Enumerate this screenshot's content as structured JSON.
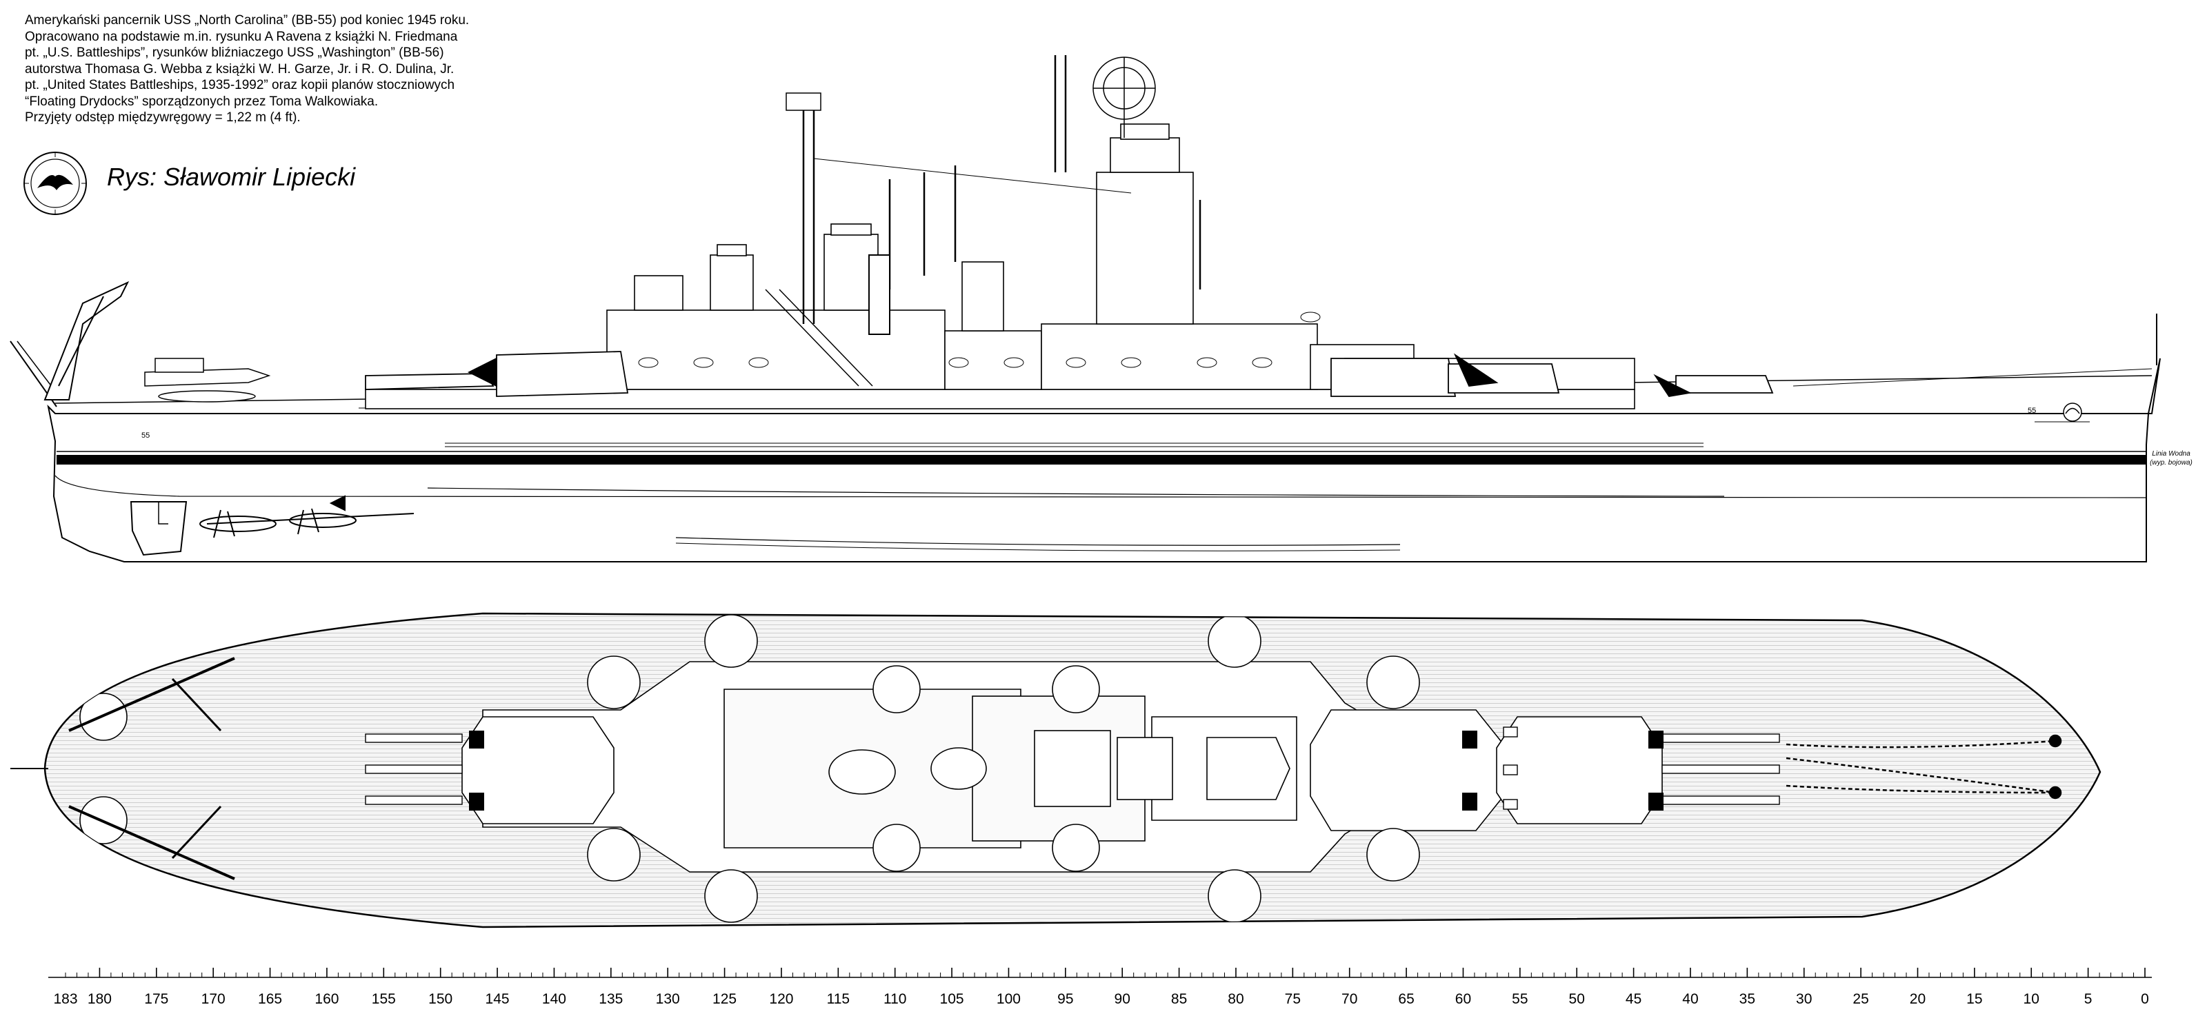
{
  "notes": {
    "lines": [
      "Amerykański pancernik USS „North Carolina” (BB-55) pod koniec 1945 roku.",
      "Opracowano na podstawie m.in. rysunku A Ravena z książki N. Friedmana",
      "pt. „U.S. Battleships”, rysunków bliźniaczego USS „Washington” (BB-56)",
      "autorstwa Thomasa G. Webba z książki W. H. Garze, Jr. i R. O. Dulina, Jr.",
      "pt. „United States Battleships, 1935-1992” oraz kopii planów stoczniowych",
      "“Floating Drydocks” sporządzonych przez Toma Walkowiaka.",
      "Przyjęty odstęp międzywręgowy = 1,22 m (4 ft)."
    ]
  },
  "signature": "Rys: Sławomir Lipiecki",
  "waterline_label": {
    "line1": "Linia Wodna",
    "line2": "(wyp. bojowa)"
  },
  "hull_number": "55",
  "frame_scale": {
    "labels": [
      "183",
      "180",
      "175",
      "170",
      "165",
      "160",
      "155",
      "150",
      "145",
      "140",
      "135",
      "130",
      "125",
      "120",
      "115",
      "110",
      "105",
      "100",
      "95",
      "90",
      "85",
      "80",
      "75",
      "70",
      "65",
      "60",
      "55",
      "50",
      "45",
      "40",
      "35",
      "30",
      "25",
      "20",
      "15",
      "10",
      "5",
      "0"
    ],
    "max_frame": 183,
    "label_step": 5
  },
  "colors": {
    "ink": "#000000",
    "deck": "#f2f2f2",
    "plank": "#9a9a9a",
    "paper": "#ffffff"
  }
}
